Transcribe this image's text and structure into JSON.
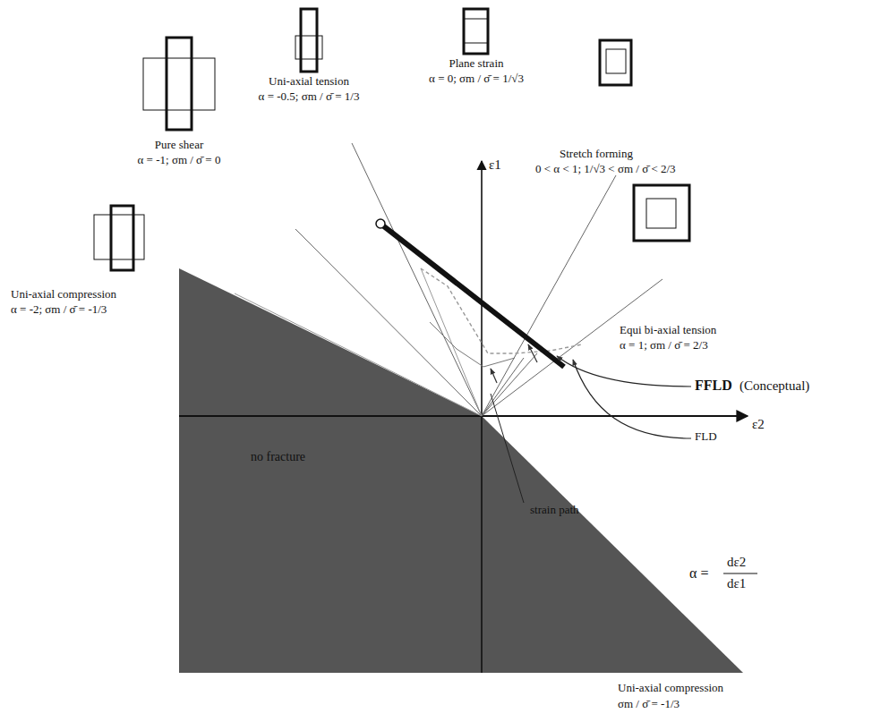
{
  "diagram": {
    "labels": [
      "Pure shear",
      "α = -1; σm / σ̄ = 0",
      "Uni-axial tension",
      "α = -0.5; σm / σ̄ = 1/3",
      "Plane strain",
      "α = 0; σm / σ̄ = 1/√3",
      "Stretch forming",
      "0 < α < 1; 1/√3 < σm / σ̄ < 2/3",
      "Uni-axial compression",
      "α = -2; σm / σ̄ = -1/3",
      "Equi bi-axial tension",
      "α = 1; σm / σ̄ = 2/3",
      "ε1",
      "ε2",
      "FFLD",
      "(Conceptual)",
      "FLD",
      "no fracture",
      "strain path",
      "α =",
      "dε2",
      "dε1",
      "Uni-axial compression",
      "σm / σ̄ = -1/3"
    ]
  }
}
